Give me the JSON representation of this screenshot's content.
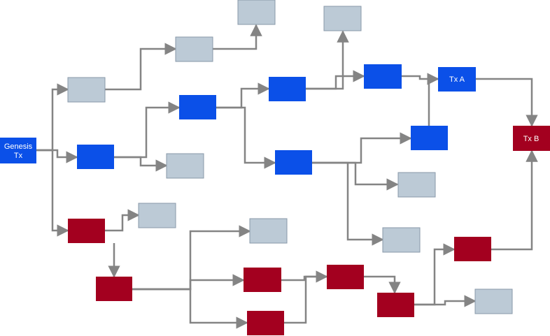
{
  "colors": {
    "blue": "#0b50e8",
    "red": "#a3001f",
    "gray": "#bccad6",
    "gray_border": "#8898a8",
    "edge": "#848484"
  },
  "nodes": {
    "genesis": {
      "lines": [
        "Genesis",
        "Tx"
      ],
      "kind": "blue"
    },
    "tx_a": {
      "lines": [
        "Tx A"
      ],
      "kind": "blue"
    },
    "tx_b": {
      "lines": [
        "Tx B"
      ],
      "kind": "red"
    }
  }
}
